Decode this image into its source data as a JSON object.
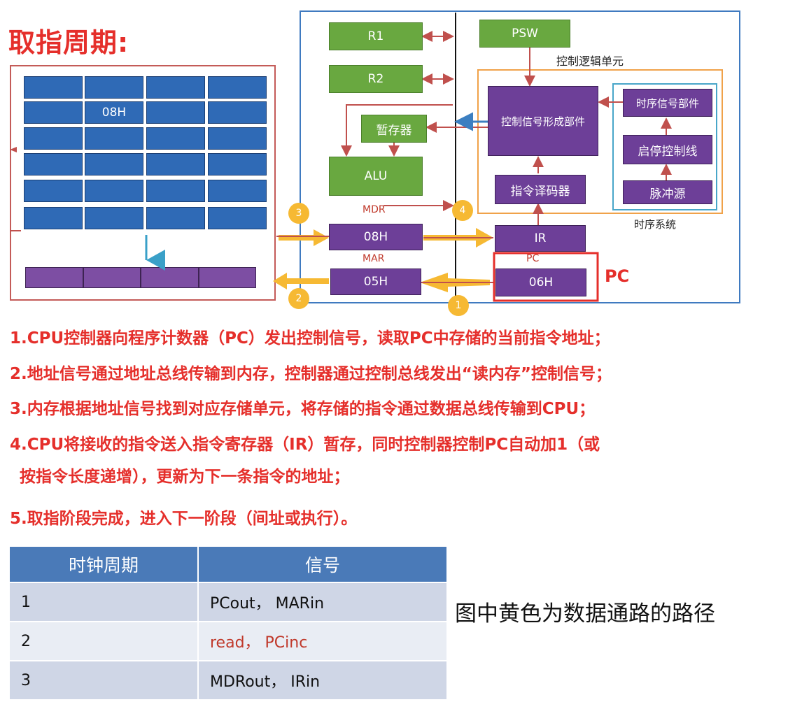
{
  "title": "取指周期:",
  "memory": {
    "cell_value": "08H"
  },
  "cpu": {
    "r1": "R1",
    "r2": "R2",
    "psw": "PSW",
    "control_logic_unit": "控制逻辑单元",
    "temp_reg": "暂存器",
    "alu": "ALU",
    "control_signal_unit": "控制信号形成部件",
    "timing_signal_unit": "时序信号部件",
    "start_stop_line": "启停控制线",
    "pulse_source": "脉冲源",
    "instr_decoder": "指令译码器",
    "timing_system": "时序系统",
    "mdr_label": "MDR",
    "mdr_value": "08H",
    "mar_label": "MAR",
    "mar_value": "05H",
    "ir": "IR",
    "pc_label": "PC",
    "pc_value": "06H",
    "pc_highlight": "PC",
    "badges": [
      "1",
      "2",
      "3",
      "4"
    ]
  },
  "steps": [
    "1.CPU控制器向程序计数器（PC）发出控制信号，读取PC中存储的当前指令地址；",
    "2.地址信号通过地址总线传输到内存，控制器通过控制总线发出“读内存”控制信号；",
    "3.内存根据地址信号找到对应存储单元，将存储的指令通过数据总线传输到CPU；",
    "4.CPU将接收的指令送入指令寄存器（IR）暂存，同时控制器控制PC自动加1（或",
    "按指令长度递增），更新为下一条指令的地址；",
    "5.取指阶段完成，进入下一阶段（间址或执行）。"
  ],
  "table": {
    "headers": [
      "时钟周期",
      "信号"
    ],
    "rows": [
      {
        "cycle": "1",
        "signal": "PCout， MARin"
      },
      {
        "cycle": "2",
        "signal": "read， PCinc"
      },
      {
        "cycle": "3",
        "signal": "MDRout， IRin"
      }
    ]
  },
  "note": "图中黄色为数据通路的路径",
  "colors": {
    "accent_red": "#e52f2b",
    "path_yellow": "#f6b933",
    "reg_purple": "#6d3f98",
    "unit_green": "#69a840",
    "mem_blue": "#2f6ab6",
    "read_signal": "#c0392b"
  }
}
